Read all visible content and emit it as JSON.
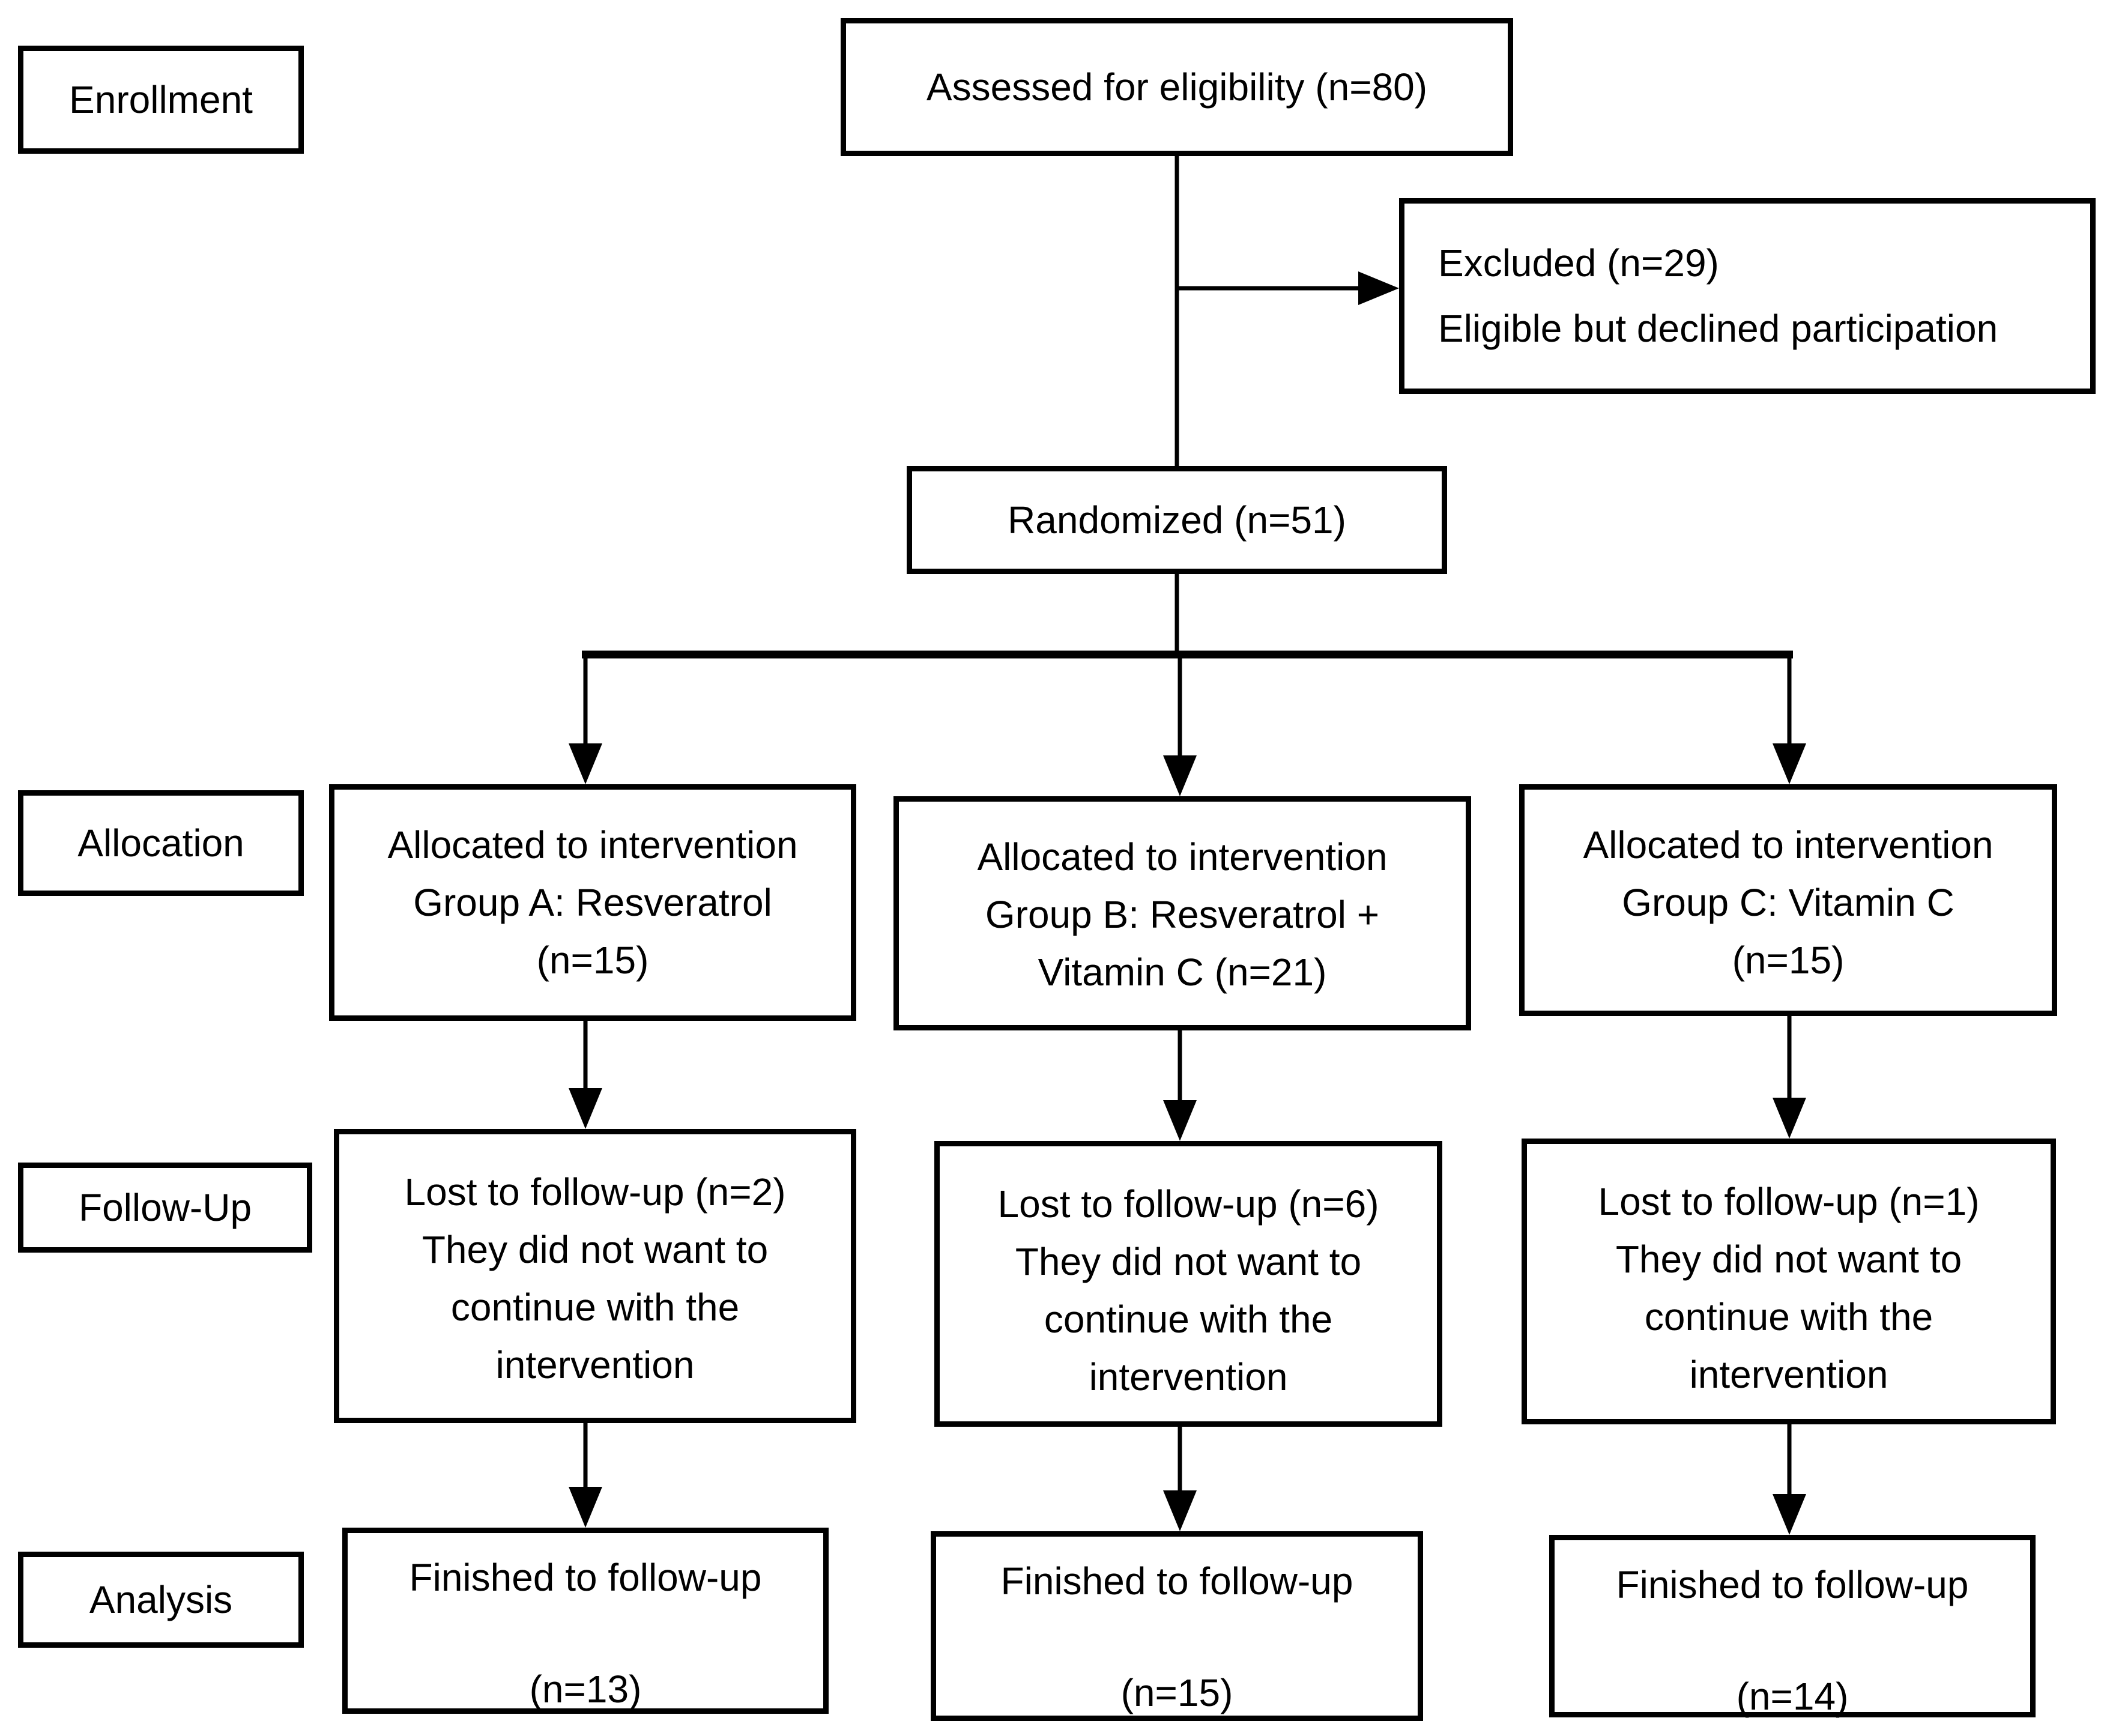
{
  "colors": {
    "line": "#000000",
    "background": "#ffffff",
    "text": "#000000"
  },
  "stages": {
    "enrollment": "Enrollment",
    "allocation": "Allocation",
    "followup": "Follow-Up",
    "analysis": "Analysis"
  },
  "flow": {
    "assessed": "Assessed for eligibility (n=80)",
    "excluded": "Excluded (n=29)\nEligible but declined participation",
    "randomized": "Randomized (n=51)"
  },
  "columns": [
    {
      "id": "group-a",
      "allocation": "Allocated to intervention\nGroup A: Resveratrol\n(n=15)",
      "followup": "Lost to follow-up (n=2)\nThey did not want to\ncontinue with the\nintervention",
      "analysis": "Finished to follow-up\n\n(n=13)"
    },
    {
      "id": "group-b",
      "allocation": "Allocated to intervention\nGroup B: Resveratrol +\nVitamin C (n=21)",
      "followup": "Lost to follow-up (n=6)\nThey did not want to\ncontinue with the\nintervention",
      "analysis": "Finished to follow-up\n\n(n=15)"
    },
    {
      "id": "group-c",
      "allocation": "Allocated to intervention\nGroup C: Vitamin C\n(n=15)",
      "followup": "Lost to follow-up (n=1)\nThey did not want to\ncontinue with the\nintervention",
      "analysis": "Finished to follow-up\n\n(n=14)"
    }
  ]
}
